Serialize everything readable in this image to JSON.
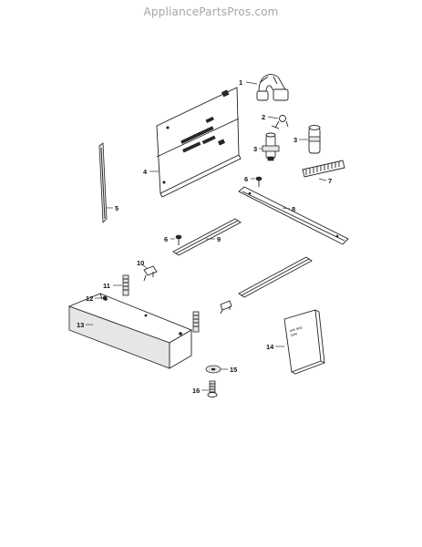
{
  "watermark": "AppliancePartsPros.com",
  "callouts": {
    "c1": "1",
    "c2": "2",
    "c3a": "3",
    "c3b": "3",
    "c4": "4",
    "c5": "5",
    "c6a": "6",
    "c6b": "6",
    "c7": "7",
    "c8": "8",
    "c9": "9",
    "c10": "10",
    "c11": "11",
    "c12": "12",
    "c13": "13",
    "c14": "14",
    "c15": "15",
    "c16": "16"
  },
  "book": {
    "cover_line1": "use and",
    "cover_line2": "care"
  }
}
